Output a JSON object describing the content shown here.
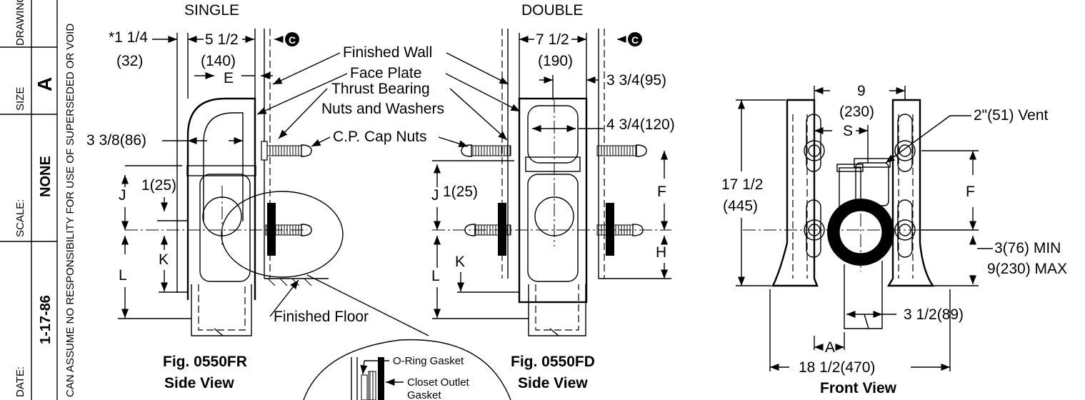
{
  "title_block": {
    "drawing_label": "DRAWING",
    "size_label": "SIZE",
    "size_value": "A",
    "scale_label": "SCALE:",
    "scale_value": "NONE",
    "date_label": "DATE:",
    "date_value": "1-17-86",
    "disclaimer": "CAN ASSUME NO RESPONSIBILITY FOR USE OF SUPERSEDED OR VOID"
  },
  "single_view": {
    "heading": "SINGLE",
    "dim_offset": "*1 1/4",
    "dim_offset_mm": "(32)",
    "dim_width": "5 1/2",
    "dim_width_mm": "(140)",
    "label_e": "E",
    "dim_height": "3 3/8(86)",
    "dim_j": "J",
    "dim_25": "1(25)",
    "dim_k": "K",
    "dim_l": "L",
    "finished_floor": "Finished Floor",
    "caption_fig": "Fig. 0550FR",
    "caption_view": "Side View"
  },
  "double_view": {
    "heading": "DOUBLE",
    "dim_width": "7 1/2",
    "dim_width_mm": "(190)",
    "dim_375": "3 3/4(95)",
    "dim_475": "4 3/4(120)",
    "dim_j": "J",
    "dim_25": "1(25)",
    "dim_k": "K",
    "dim_l": "L",
    "dim_f": "F",
    "dim_h": "H",
    "caption_fig": "Fig. 0550FD",
    "caption_view": "Side View"
  },
  "callouts": {
    "finished_wall": "Finished Wall",
    "face_plate": "Face Plate",
    "thrust_bearing": "Thrust Bearing",
    "nuts_washers": "Nuts and Washers",
    "cap_nuts": "C.P. Cap Nuts",
    "symbol_c": "C"
  },
  "detail": {
    "oring": "O-Ring Gasket",
    "closet_outlet": "Closet Outlet",
    "gasket": "Gasket"
  },
  "front_view": {
    "dim_9": "9",
    "dim_9_mm": "(230)",
    "dim_s": "S",
    "vent": "2\"(51) Vent",
    "dim_height": "17 1/2",
    "dim_height_mm": "(445)",
    "dim_f": "F",
    "min": "3(76) MIN",
    "max": "9(230) MAX",
    "dim_35": "3 1/2(89)",
    "dim_a": "A",
    "dim_185": "18 1/2(470)",
    "caption_view": "Front View"
  }
}
